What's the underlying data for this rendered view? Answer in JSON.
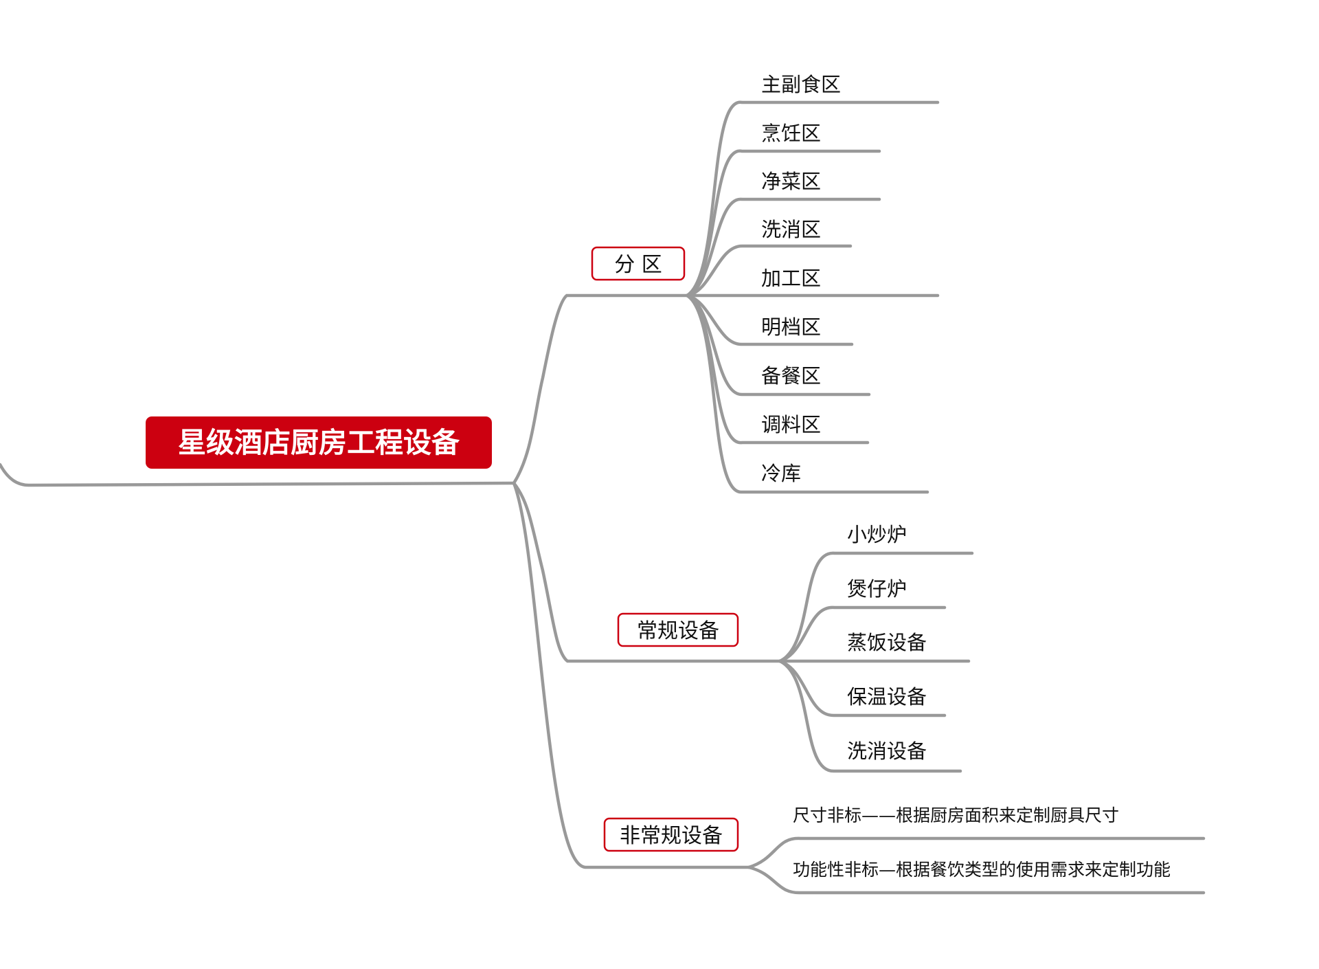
{
  "colors": {
    "accent": "#cc0010",
    "connector": "#999999",
    "text": "#111111"
  },
  "root": {
    "label": "星级酒店厨房工程设备"
  },
  "branches": [
    {
      "label": "分 区",
      "children": [
        "主副食区",
        "烹饪区",
        "净菜区",
        "洗消区",
        "加工区",
        "明档区",
        "备餐区",
        "调料区",
        "冷库"
      ]
    },
    {
      "label": "常规设备",
      "children": [
        "小炒炉",
        "煲仔炉",
        "蒸饭设备",
        "保温设备",
        "洗消设备"
      ]
    },
    {
      "label": "非常规设备",
      "children": [
        "尺寸非标——根据厨房面积来定制厨具尺寸",
        "功能性非标—根据餐饮类型的使用需求来定制功能"
      ]
    }
  ]
}
